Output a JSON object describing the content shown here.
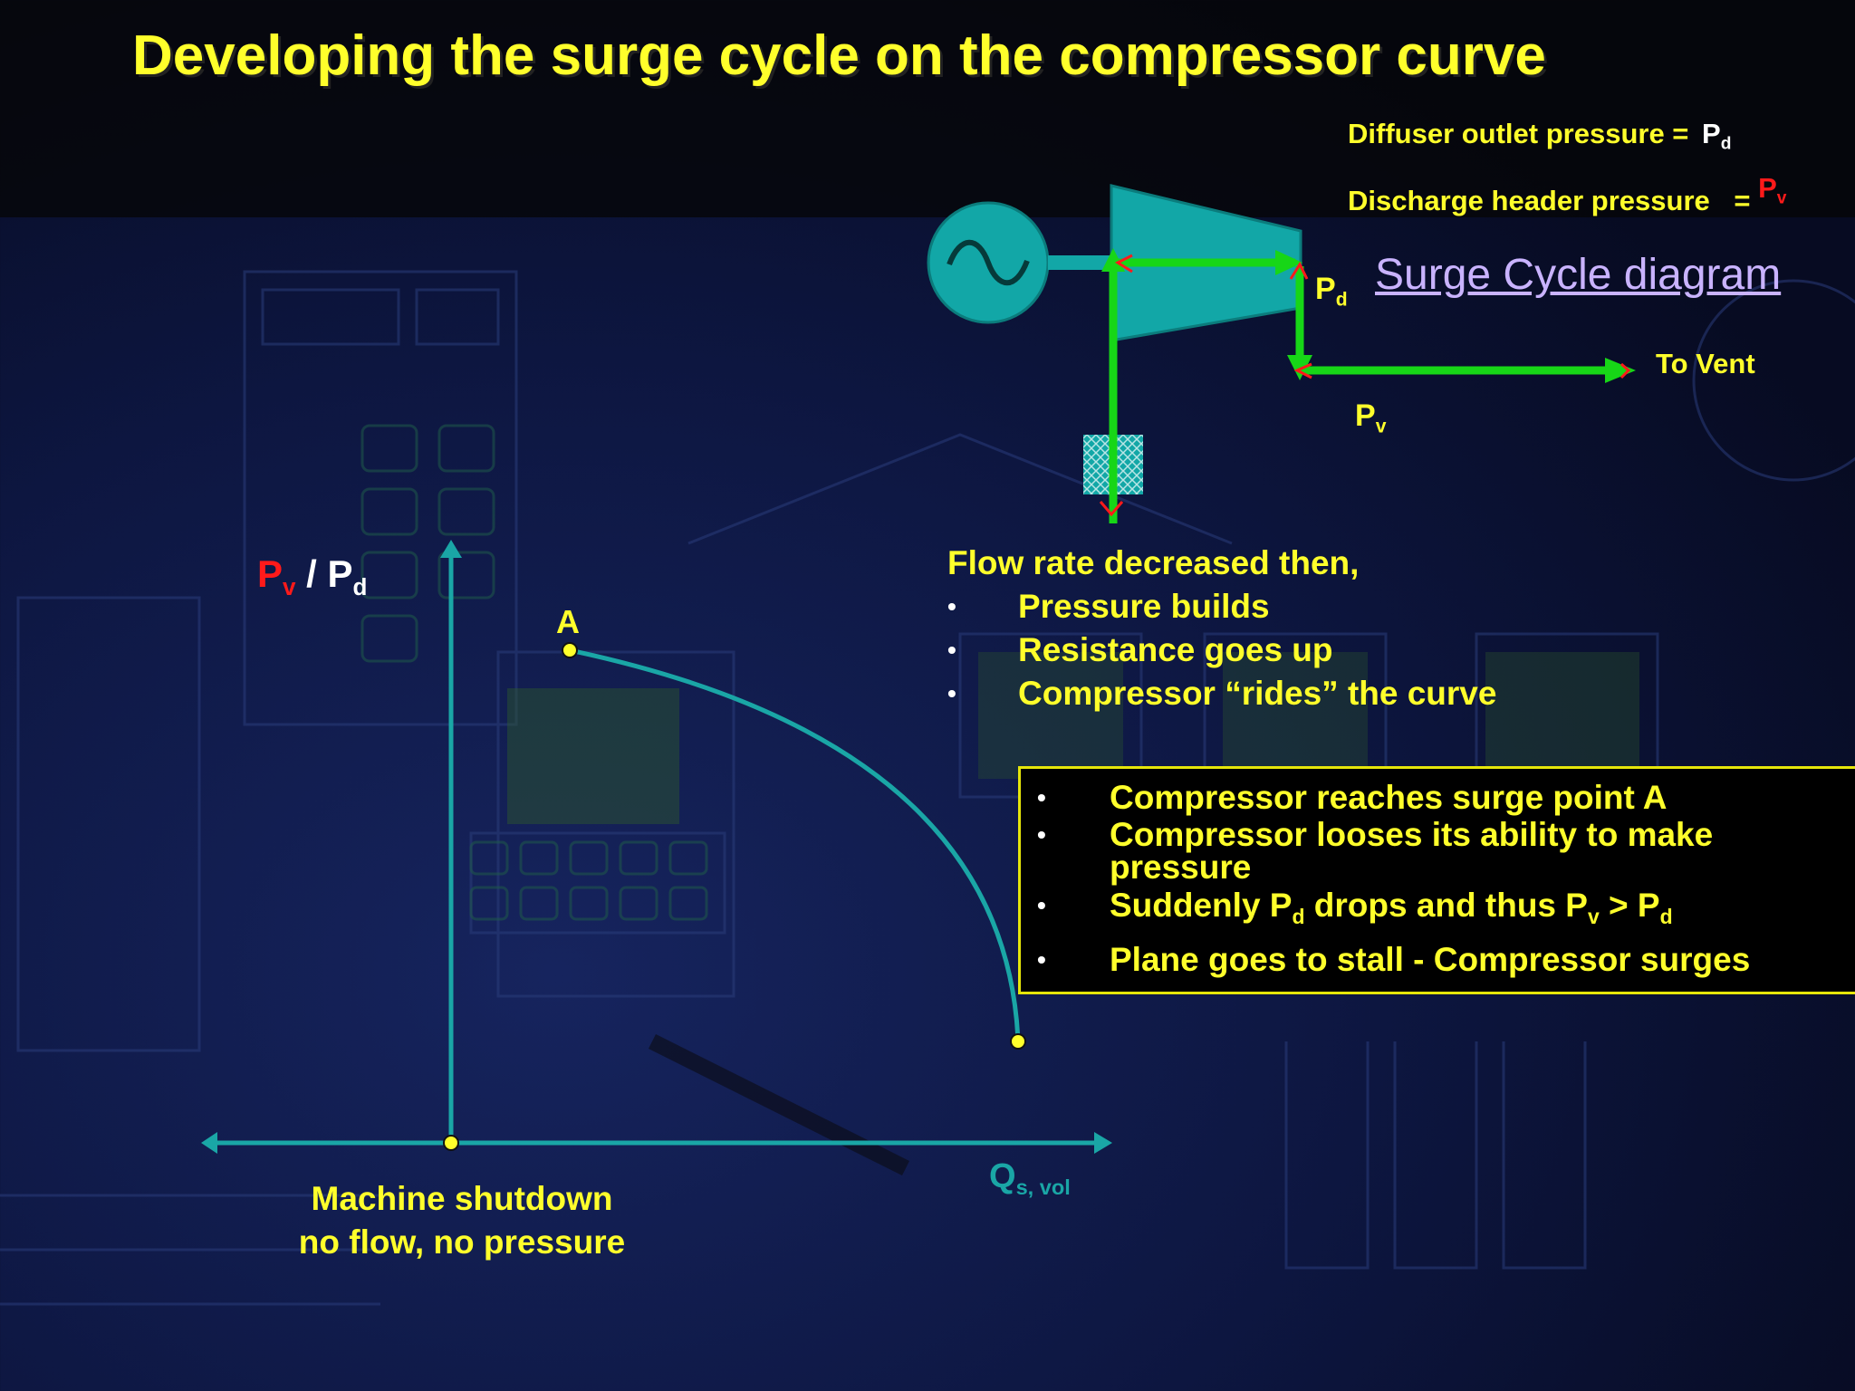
{
  "title": "Developing the surge cycle on the compressor curve",
  "legend": {
    "diffuser_label": "Diffuser outlet pressure =",
    "diffuser_sym": "P",
    "diffuser_sub": "d",
    "discharge_label": "Discharge header pressure",
    "discharge_eq": "=",
    "discharge_sym": "P",
    "discharge_sub": "v"
  },
  "diagram": {
    "link_text": "Surge Cycle diagram",
    "pd_sym": "P",
    "pd_sub": "d",
    "pv_sym": "P",
    "pv_sub": "v",
    "vent_label": "To Vent"
  },
  "flow_text": {
    "heading": "Flow rate decreased then,",
    "items": [
      "Pressure builds",
      "Resistance goes up",
      "Compressor “rides” the curve"
    ]
  },
  "surge_box": {
    "item1": "Compressor reaches surge point A",
    "item2_line1": "Compressor looses its ability to make",
    "item2_line2": "pressure",
    "item3_a": "Suddenly P",
    "item3_sub1": "d",
    "item3_b": " drops and thus P",
    "item3_sub2": "v",
    "item3_c": " > P",
    "item3_sub3": "d",
    "item4": "Plane goes to stall - Compressor surges"
  },
  "graph": {
    "y_label_p1": "P",
    "y_label_s1": "v",
    "y_label_sep": " / ",
    "y_label_p2": "P",
    "y_label_s2": "d",
    "x_label": "Q",
    "x_label_sub": "s,  vol",
    "point_a": "A",
    "origin_caption_1": "Machine shutdown",
    "origin_caption_2": "no flow, no pressure"
  },
  "colors": {
    "yellow": "#ffff2b",
    "teal": "#1aa6a6",
    "green": "#17d617",
    "red": "#ff1a1a",
    "lavender": "#c9b3ff"
  }
}
